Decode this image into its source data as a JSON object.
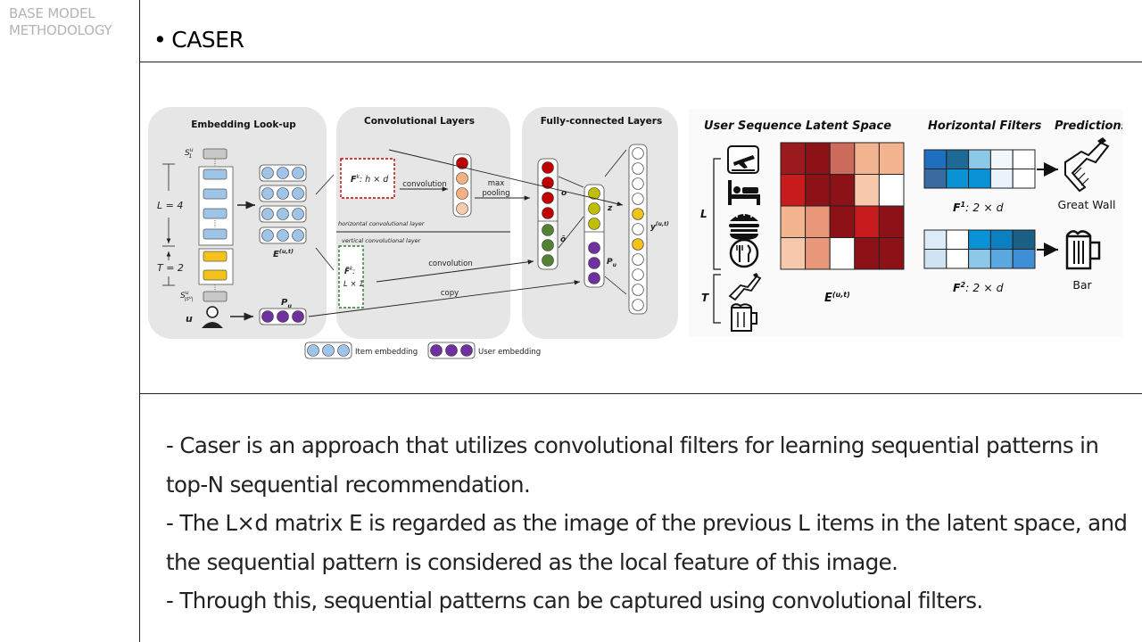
{
  "sidebar": {
    "line1": "BASE MODEL",
    "line2": "METHODOLOGY"
  },
  "slide": {
    "bullet": "•",
    "title": "CASER"
  },
  "figure_left": {
    "panels": {
      "embedding": "Embedding Look-up",
      "conv": "Convolutional Layers",
      "fc": "Fully-connected Layers"
    },
    "labels": {
      "s1": "S",
      "s1_sup": "u",
      "s1_sub": "1",
      "slast": "S",
      "slast_sup": "u",
      "slast_sub": "|S",
      "slast_sub2": "u",
      "slast_sub3": "|",
      "L": "L = 4",
      "T": "T = 2",
      "u": "u",
      "E": "E",
      "E_sup": "(u,t)",
      "Pu": "P",
      "Pu_sub": "u",
      "Fk": "F",
      "Fk_sup": "k",
      "Fk_dim": ": h × d",
      "Fv": "F̃",
      "Fv_sup": "k",
      "Fv_dim1": ":",
      "Fv_dim2": "L × 1",
      "conv1": "convolution",
      "maxpool1": "max",
      "maxpool2": "pooling",
      "hconv": "horizontal convolutional layer",
      "vconv": "vertical convolutional layer",
      "conv2": "convolution",
      "copy": "copy",
      "o": "o",
      "otilde": "õ",
      "z": "z",
      "Pu2": "P",
      "Pu2_sub": "u",
      "y": "y",
      "y_sup": "(u,t)",
      "legend_item": "Item embedding",
      "legend_user": "User embedding"
    }
  },
  "figure_right": {
    "headers": {
      "user_seq": "User Sequence",
      "latent": "Latent Space",
      "hfilters": "Horizontal Filters",
      "pred": "Predictions"
    },
    "L": "L",
    "T": "T",
    "E": "E",
    "E_sup": "(u,t)",
    "F1": "F",
    "F1_sup": "1",
    "F1_dim": ": 2 × d",
    "F2": "F",
    "F2_sup": "2",
    "F2_dim": ": 2 × d",
    "pred1": "Great Wall",
    "pred2": "Bar",
    "latent_colors": [
      [
        "#9b1a1e",
        "#8c1217",
        "#cc6a5c",
        "#f2b48e",
        "#f2b48e"
      ],
      [
        "#c81b1e",
        "#8c1217",
        "#8c1217",
        "#f6c9ad",
        "#ffffff"
      ],
      [
        "#f2b48e",
        "#e89779",
        "#8c1217",
        "#c81b1e",
        "#8c1217"
      ],
      [
        "#f6c9ad",
        "#e89779",
        "#ffffff",
        "#8c1217",
        "#8c1217"
      ]
    ],
    "f1_colors": [
      [
        "#1f6fbf",
        "#1d6a97",
        "#8ec8e8",
        "#f2f7fb",
        "#ffffff"
      ],
      [
        "#3a6b9e",
        "#0a92d6",
        "#0a92d6",
        "#eaf3fb",
        "#ffffff"
      ]
    ],
    "f2_colors": [
      [
        "#dcebf7",
        "#ffffff",
        "#0a92d6",
        "#0b7fc0",
        "#1a5f85"
      ],
      [
        "#cfe3f3",
        "#ffffff",
        "#8ec8e8",
        "#5aa8e0",
        "#3e8fd6"
      ]
    ]
  },
  "body": {
    "line1": "- Caser is an approach that utilizes convolutional filters for learning sequential patterns in",
    "line2": "top-N sequential recommendation.",
    "line3": "- The L×d matrix E is regarded as the image of the previous L items in the latent space, and",
    "line4": "the sequential pattern is considered as the local feature of this image.",
    "line5": "- Through this, sequential patterns can be captured using convolutional filters."
  }
}
